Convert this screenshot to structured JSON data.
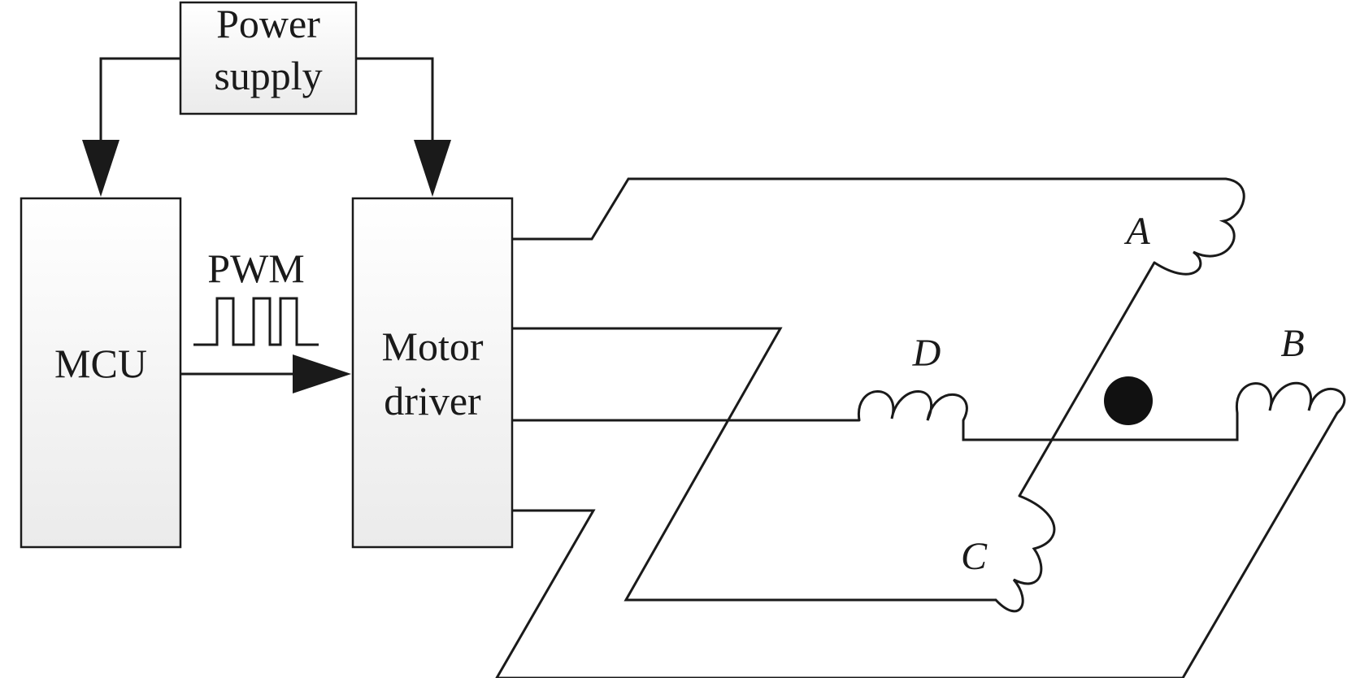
{
  "blocks": {
    "power_supply": [
      "Power",
      "supply"
    ],
    "mcu": "MCU",
    "motor_driver": [
      "Motor",
      "driver"
    ]
  },
  "signal": {
    "label": "PWM"
  },
  "coils": {
    "a": "A",
    "b": "B",
    "c": "C",
    "d": "D"
  }
}
